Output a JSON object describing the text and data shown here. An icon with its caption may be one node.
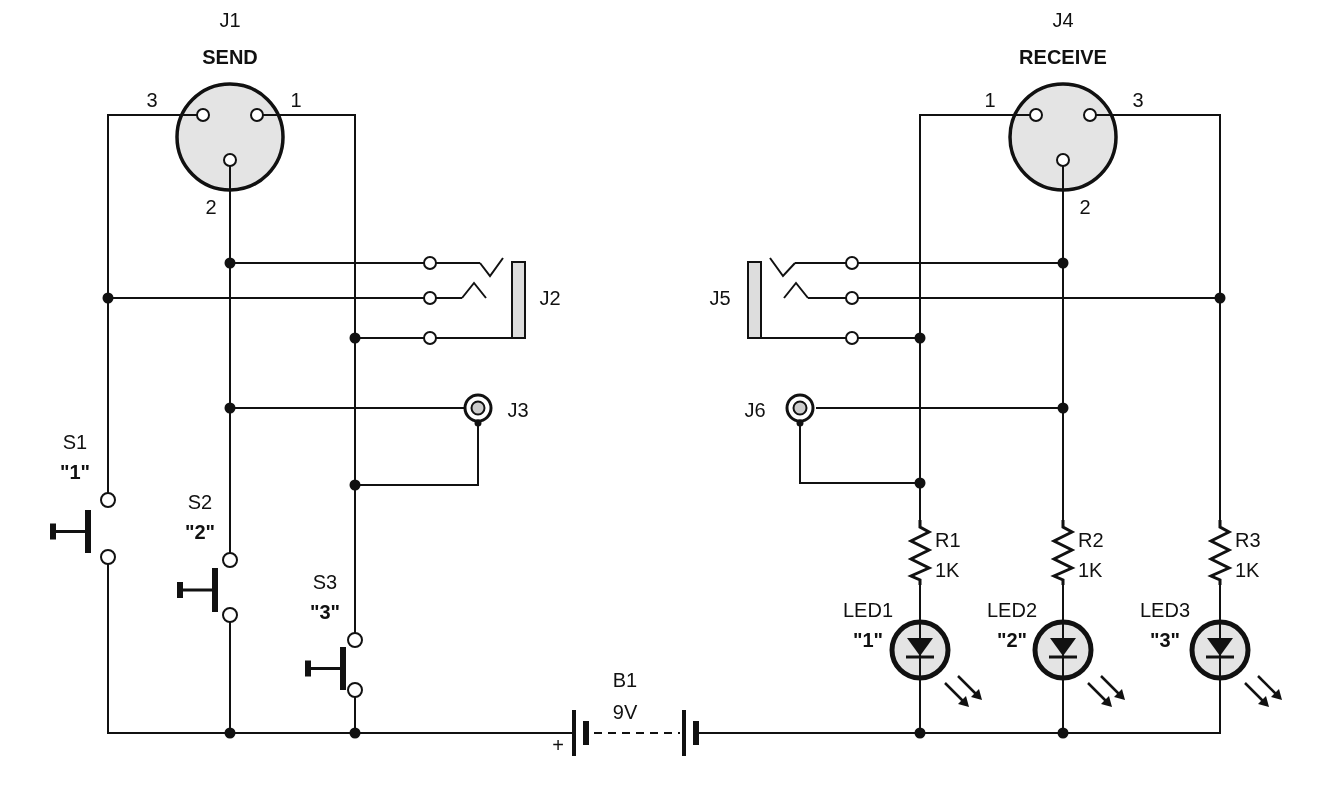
{
  "diagram": {
    "nodes": [
      {
        "text": [
          "J1",
          "SEND"
        ],
        "beside": [
          "3",
          "1",
          "2"
        ]
      },
      {
        "text": [
          "J2"
        ]
      },
      {
        "text": [
          "J3"
        ]
      },
      {
        "text": [
          "S1",
          "\"1\""
        ]
      },
      {
        "text": [
          "S2",
          "\"2\""
        ]
      },
      {
        "text": [
          "S3",
          "\"3\""
        ]
      },
      {
        "text": [
          "B1",
          "9V"
        ],
        "beside": [
          "+"
        ]
      },
      {
        "text": [
          "J4",
          "RECEIVE"
        ],
        "beside": [
          "1",
          "3",
          "2"
        ]
      },
      {
        "text": [
          "J5"
        ]
      },
      {
        "text": [
          "J6"
        ]
      },
      {
        "text": [
          "R1",
          "1K"
        ]
      },
      {
        "text": [
          "R2",
          "1K"
        ]
      },
      {
        "text": [
          "R3",
          "1K"
        ]
      },
      {
        "text": [
          "LED1",
          "\"1\""
        ]
      },
      {
        "text": [
          "LED2",
          "\"2\""
        ]
      },
      {
        "text": [
          "LED3",
          "\"3\""
        ]
      }
    ],
    "edges": [
      {
        "from": 0,
        "to": 3,
        "arrow": "none"
      },
      {
        "from": 0,
        "to": 1,
        "arrow": "none"
      },
      {
        "from": 0,
        "to": 4,
        "arrow": "none"
      },
      {
        "from": 0,
        "to": 1,
        "arrow": "none"
      },
      {
        "from": 0,
        "to": 2,
        "arrow": "none"
      },
      {
        "from": 0,
        "to": 5,
        "arrow": "none"
      },
      {
        "from": 0,
        "to": 1,
        "arrow": "none"
      },
      {
        "from": 0,
        "to": 2,
        "arrow": "none"
      },
      {
        "from": 3,
        "to": 6,
        "arrow": "none"
      },
      {
        "from": 4,
        "to": 6,
        "arrow": "none"
      },
      {
        "from": 5,
        "to": 6,
        "arrow": "none"
      },
      {
        "from": 6,
        "to": 13,
        "arrow": "none"
      },
      {
        "from": 6,
        "to": 14,
        "arrow": "none"
      },
      {
        "from": 6,
        "to": 15,
        "arrow": "none"
      },
      {
        "from": 7,
        "to": 10,
        "arrow": "none"
      },
      {
        "from": 7,
        "to": 8,
        "arrow": "none"
      },
      {
        "from": 7,
        "to": 9,
        "arrow": "none"
      },
      {
        "from": 7,
        "to": 11,
        "arrow": "none"
      },
      {
        "from": 7,
        "to": 8,
        "arrow": "none"
      },
      {
        "from": 7,
        "to": 9,
        "arrow": "none"
      },
      {
        "from": 7,
        "to": 12,
        "arrow": "none"
      },
      {
        "from": 7,
        "to": 8,
        "arrow": "none"
      },
      {
        "from": 10,
        "to": 13,
        "arrow": "none"
      },
      {
        "from": 11,
        "to": 14,
        "arrow": "none"
      },
      {
        "from": 12,
        "to": 15,
        "arrow": "none"
      }
    ]
  }
}
